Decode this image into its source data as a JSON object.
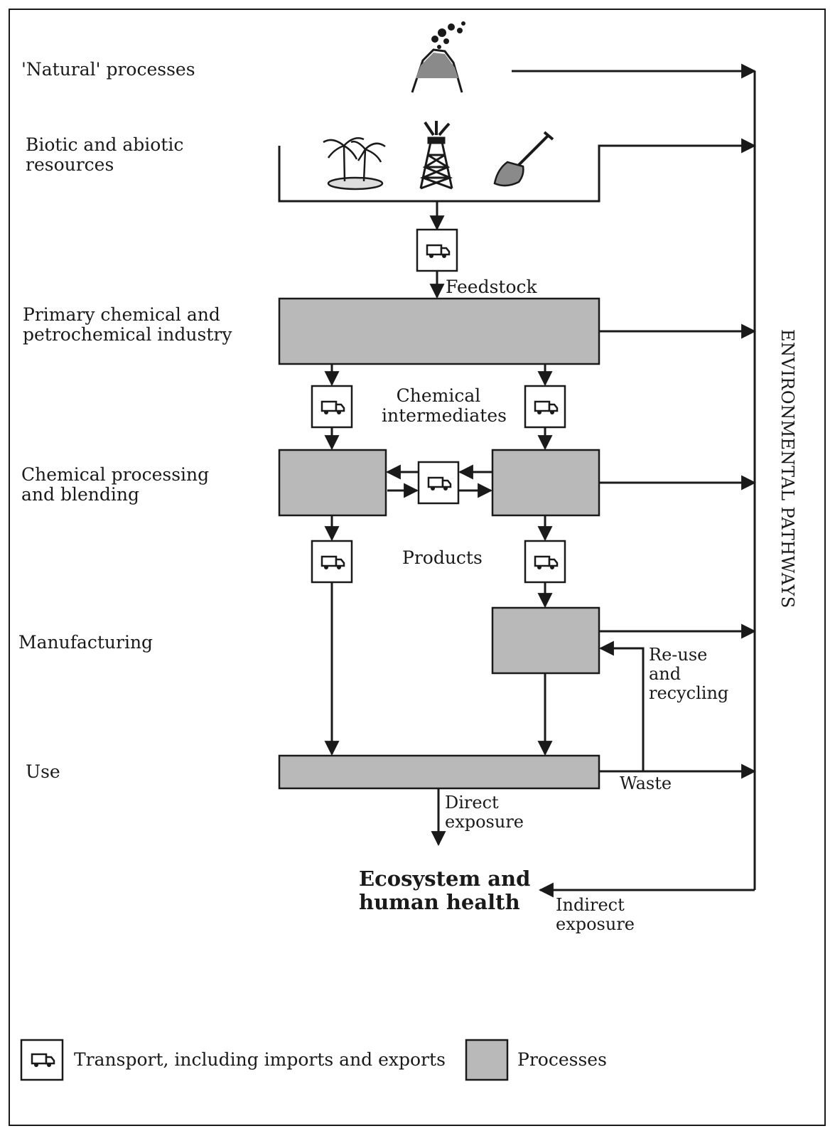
{
  "colors": {
    "process_fill": "#b9b9b9",
    "line": "#1a1a1a"
  },
  "stages": {
    "natural": "'Natural' processes",
    "resources": "Biotic and abiotic\nresources",
    "primary": "Primary chemical and\npetrochemical industry",
    "processing": "Chemical processing\nand blending",
    "manufacturing": "Manufacturing",
    "use": "Use"
  },
  "flows": {
    "feedstock": "Feedstock",
    "intermediates": "Chemical\nintermediates",
    "products": "Products",
    "reuse": "Re-use\nand\nrecycling",
    "waste": "Waste",
    "direct": "Direct\nexposure",
    "indirect": "Indirect\nexposure"
  },
  "environmental_pathways": "ENVIRONMENTAL PATHWAYS",
  "outcome": "Ecosystem and\nhuman health",
  "legend": {
    "transport": "Transport, including imports and exports",
    "processes": "Processes"
  },
  "icons": [
    "volcano-icon",
    "palm-trees-icon",
    "oil-derrick-icon",
    "shovel-icon",
    "truck-icon"
  ]
}
